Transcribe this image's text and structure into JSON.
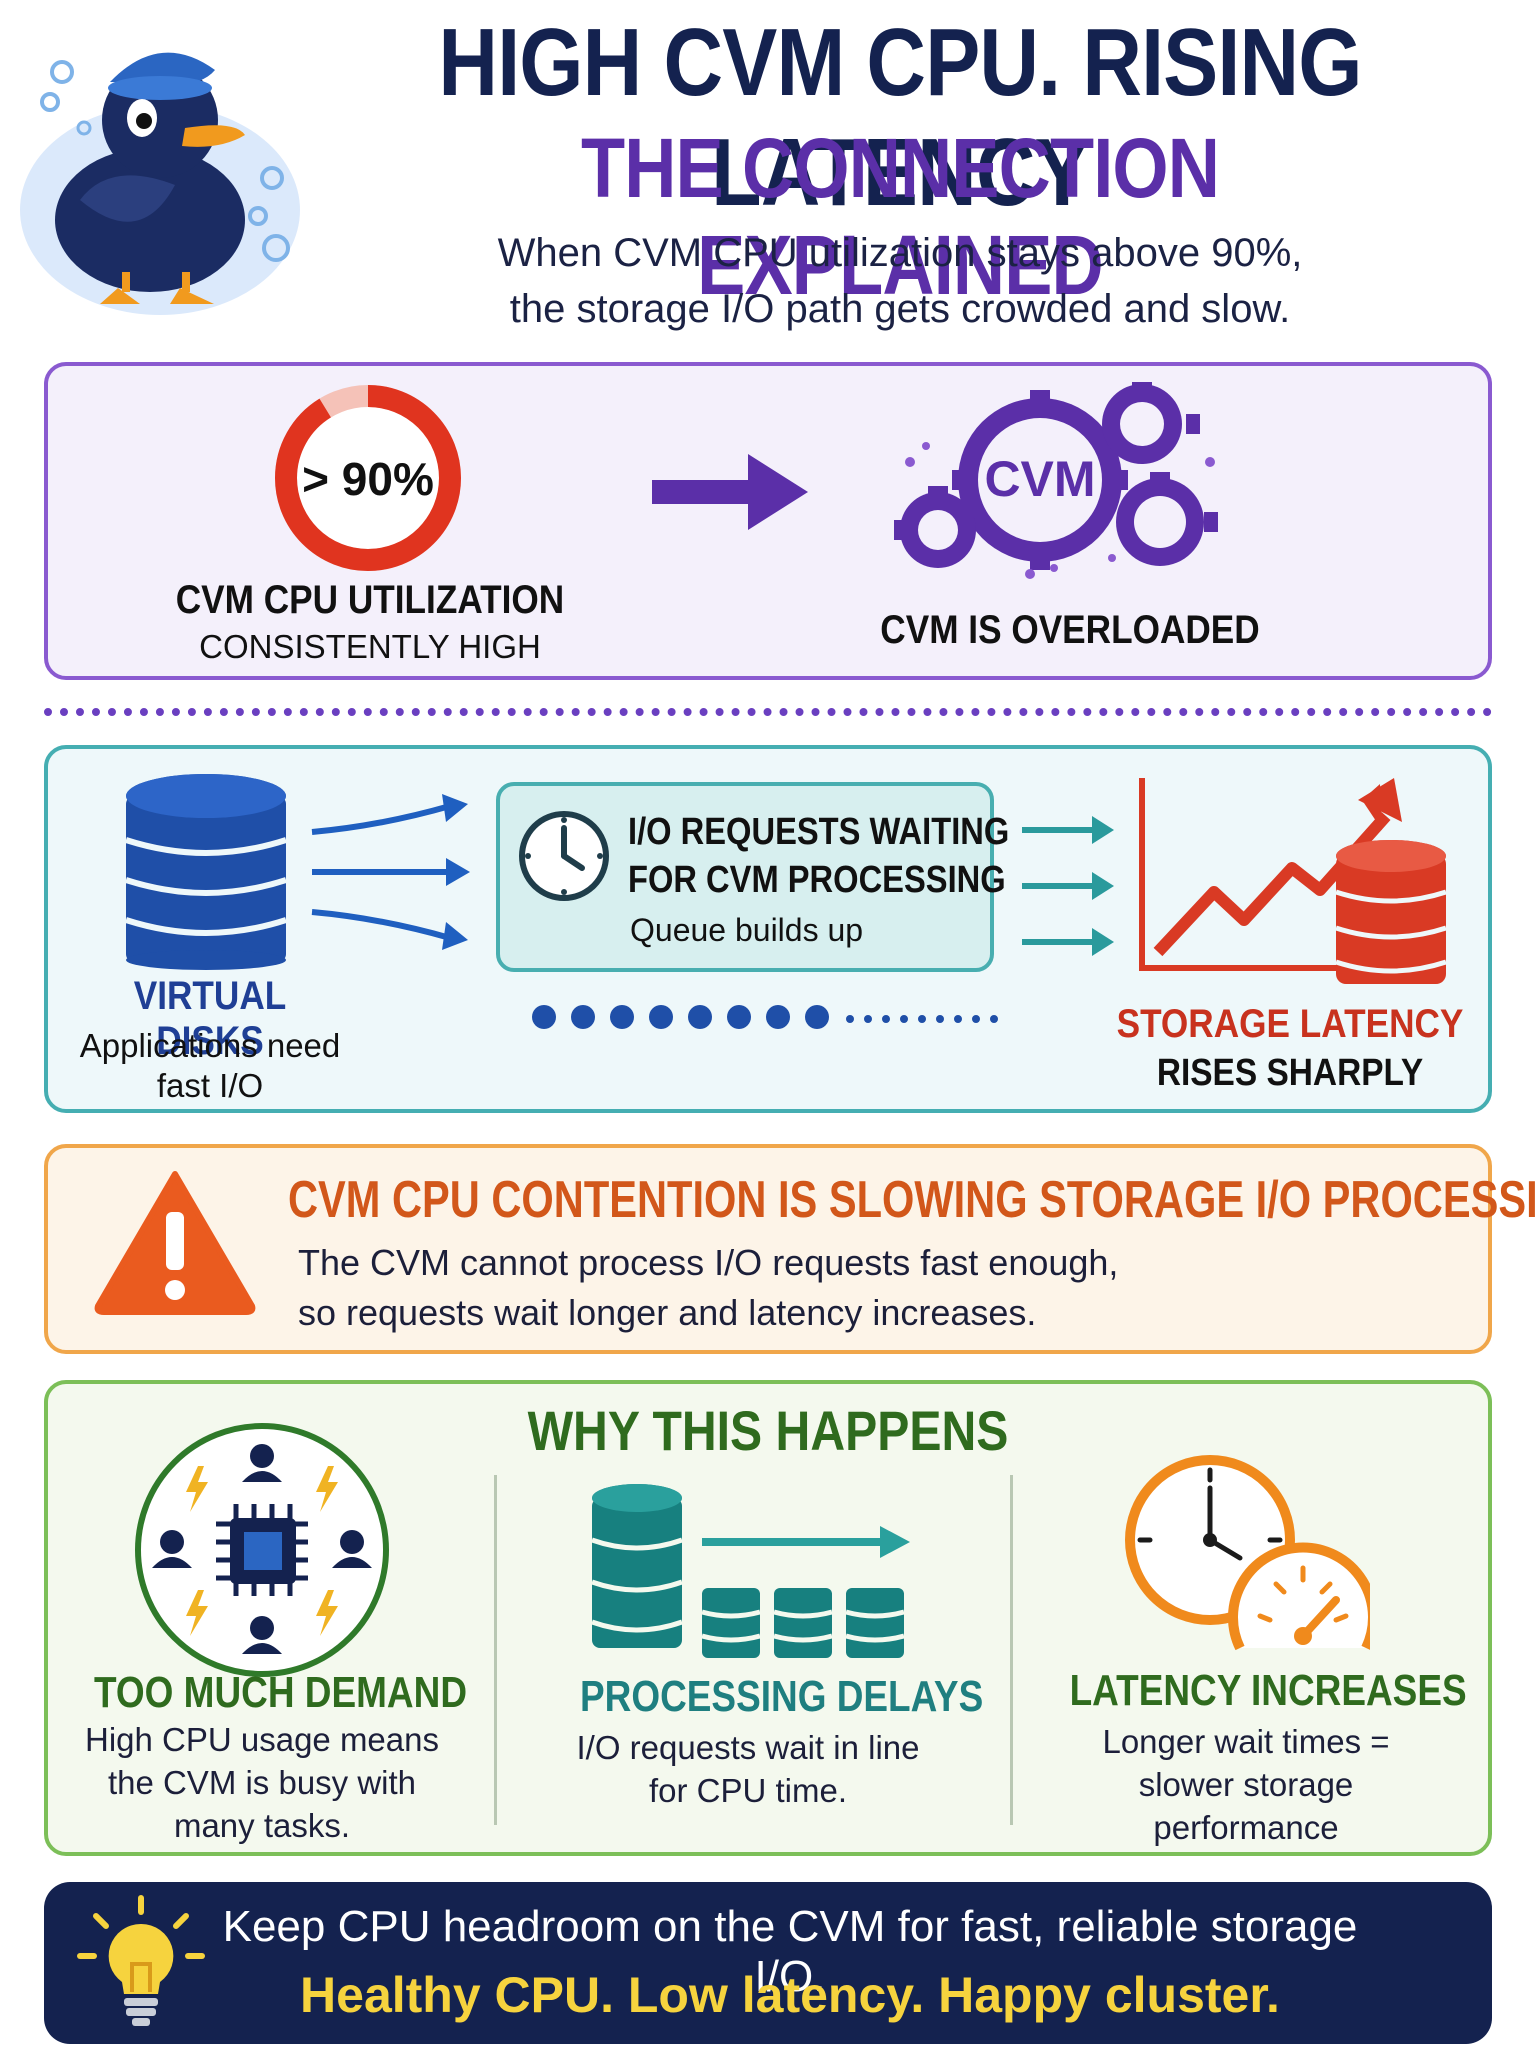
{
  "header": {
    "title": "HIGH CVM CPU. RISING LATENCY",
    "subtitle": "THE CONNECTION EXPLAINED",
    "desc_line1": "When CVM CPU utilization stays above 90%,",
    "desc_line2": "the storage I/O path gets crowded and slow."
  },
  "overload": {
    "gauge_text": "> 90%",
    "util_label": "CVM CPU UTILIZATION",
    "util_sub": "CONSISTENTLY HIGH",
    "cvm_text": "CVM",
    "cvm_label": "CVM IS OVERLOADED"
  },
  "flow": {
    "disks_label": "VIRTUAL DISKS",
    "disks_sub_line1": "Applications need",
    "disks_sub_line2": "fast I/O",
    "queue_line1": "I/O REQUESTS WAITING",
    "queue_line2": "FOR CVM PROCESSING",
    "queue_sub": "Queue builds up",
    "latency_label": "STORAGE LATENCY",
    "latency_sub": "RISES SHARPLY"
  },
  "warning": {
    "title": "CVM CPU CONTENTION IS SLOWING STORAGE I/O PROCESSING",
    "body_line1": "The CVM cannot process I/O requests fast enough,",
    "body_line2": "so requests wait longer and latency increases."
  },
  "why": {
    "title": "WHY THIS HAPPENS",
    "columns": [
      {
        "title": "TOO MUCH DEMAND",
        "lines": [
          "High CPU usage means",
          "the CVM is busy with",
          "many tasks."
        ]
      },
      {
        "title": "PROCESSING DELAYS",
        "lines": [
          "I/O requests wait in line",
          "for CPU time."
        ]
      },
      {
        "title": "LATENCY INCREASES",
        "lines": [
          "Longer wait times =",
          "slower storage",
          "performance"
        ]
      }
    ]
  },
  "tip": {
    "line1": "Keep CPU headroom on the CVM for fast, reliable storage I/O.",
    "line2": "Healthy CPU. Low latency. Happy cluster."
  },
  "colors": {
    "navy": "#14224f",
    "purple": "#5b2fa8",
    "teal": "#2a9a9c",
    "red": "#d93a24",
    "orange": "#d2571a",
    "green": "#2f6b1e",
    "yellow": "#f6d33e"
  }
}
